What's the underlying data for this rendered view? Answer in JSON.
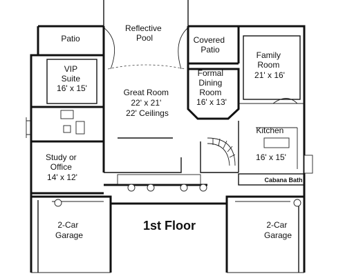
{
  "rooms": {
    "patio": "Patio",
    "reflective_pool": [
      "Reflective",
      "Pool"
    ],
    "covered_patio": [
      "Covered",
      "Patio"
    ],
    "vip_suite": [
      "VIP",
      "Suite",
      "16' x 15'"
    ],
    "great_room": [
      "Great Room",
      "22' x 21'",
      "22' Ceilings"
    ],
    "formal_dining": [
      "Formal",
      "Dining",
      "Room",
      "16' x 13'"
    ],
    "family_room": [
      "Family",
      "Room",
      "21' x 16'"
    ],
    "kitchen": [
      "Kitchen",
      "16' x 15'"
    ],
    "study": [
      "Study or",
      "Office",
      "14' x 12'"
    ],
    "cabana_bath": "Cabana Bath",
    "garage_left": [
      "2-Car",
      "Garage"
    ],
    "garage_right": [
      "2-Car",
      "Garage"
    ]
  },
  "floor_label": "1st Floor",
  "colors": {
    "wall": "#111111",
    "background": "#ffffff"
  }
}
